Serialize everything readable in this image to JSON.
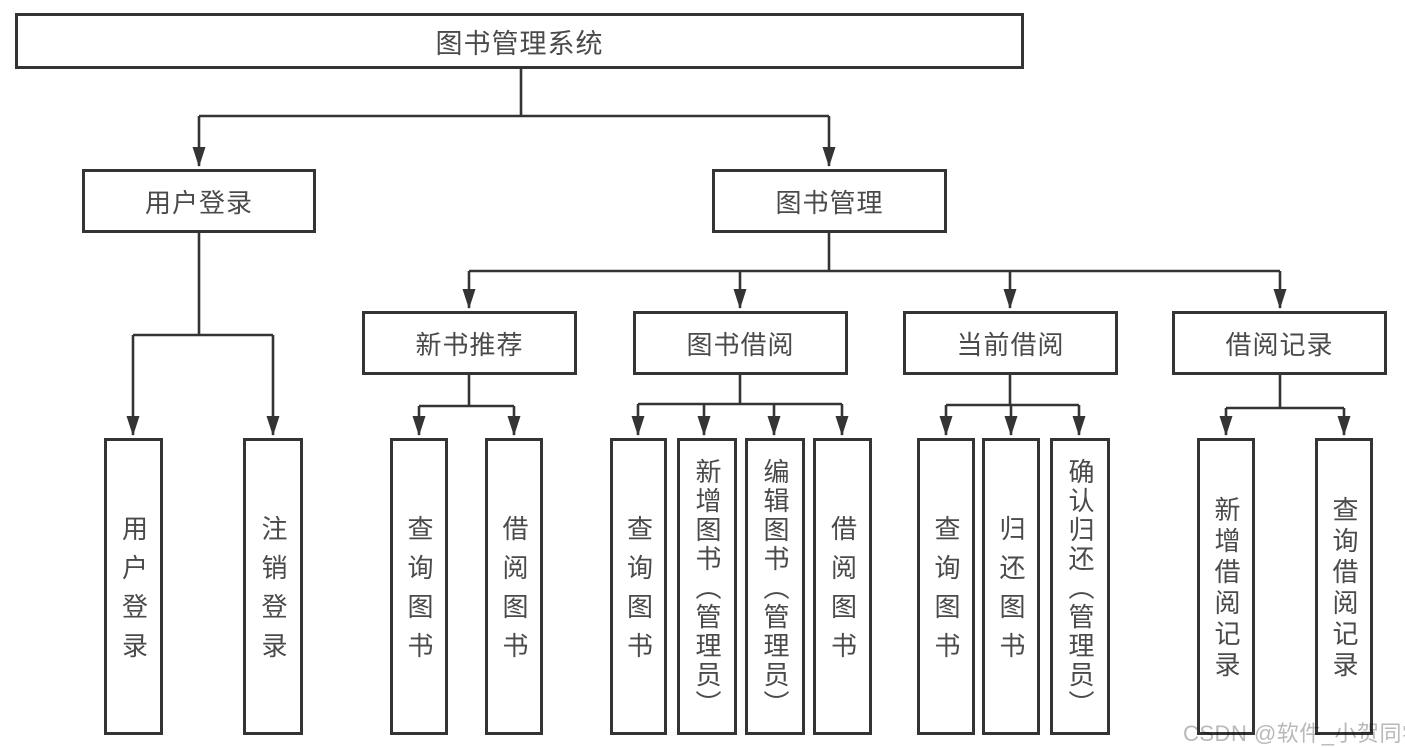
{
  "root": {
    "label": "图书管理系统"
  },
  "level2": [
    {
      "label": "用户登录"
    },
    {
      "label": "图书管理"
    }
  ],
  "level3": [
    {
      "label": "新书推荐"
    },
    {
      "label": "图书借阅"
    },
    {
      "label": "当前借阅"
    },
    {
      "label": "借阅记录"
    }
  ],
  "leaves": [
    {
      "label": "用户登录"
    },
    {
      "label": "注销登录"
    },
    {
      "label": "查询图书"
    },
    {
      "label": "借阅图书"
    },
    {
      "label": "查询图书"
    },
    {
      "label": "新增图书（管理员）"
    },
    {
      "label": "编辑图书（管理员）"
    },
    {
      "label": "借阅图书"
    },
    {
      "label": "查询图书"
    },
    {
      "label": "归还图书"
    },
    {
      "label": "确认归还（管理员）"
    },
    {
      "label": "新增借阅记录"
    },
    {
      "label": "查询借阅记录"
    }
  ],
  "watermark": "CSDN @软件_小贺同学",
  "colors": {
    "line": "#343434",
    "box_border": "#343434",
    "text": "#4a4a4a",
    "watermark_text": "#b9b9b9",
    "background": "#ffffff"
  }
}
